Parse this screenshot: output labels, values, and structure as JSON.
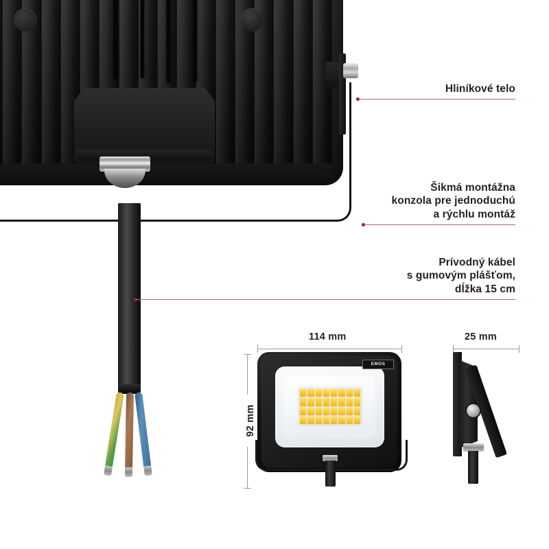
{
  "page": {
    "language": "sk",
    "background_color": "#ffffff",
    "accent_leader_color": "#b4646b",
    "leader_dot_color": "#8e1f2f",
    "text_color": "#231f20",
    "dimension_line_color": "#9c9c9c"
  },
  "callouts": [
    {
      "id": "aluminium-body",
      "text": "Hliníkové telo",
      "align": "left"
    },
    {
      "id": "mounting-bracket",
      "text": "Šikmá montážna\nkonzola pre jednoduchú\na rýchlu montáž",
      "align": "right"
    },
    {
      "id": "supply-cable",
      "text": "Prívodný kábel\ns gumovým plášťom,\ndĺžka 15 cm",
      "align": "right"
    }
  ],
  "dimensions": {
    "width_label": "114 mm",
    "height_label": "92 mm",
    "depth_label": "25 mm"
  },
  "product": {
    "brand_badge": "EMOS",
    "led_rows": 4,
    "led_cols": 8,
    "led_color": "#f5c73c",
    "body_color": "#141414",
    "lens_color": "#f3f6f8"
  },
  "cable": {
    "wires": [
      {
        "name": "earth-wire",
        "color": "#b9a43a",
        "gradient_b": "#3f8f4a"
      },
      {
        "name": "live-wire",
        "color": "#9a6a4a",
        "gradient_b": "#7a4f33"
      },
      {
        "name": "neutral-wire",
        "color": "#4a7fa8",
        "gradient_b": "#2f6187"
      }
    ]
  },
  "views": {
    "hero": "rear-view-floodlight",
    "front": "front-view-floodlight",
    "side": "side-view-floodlight"
  }
}
